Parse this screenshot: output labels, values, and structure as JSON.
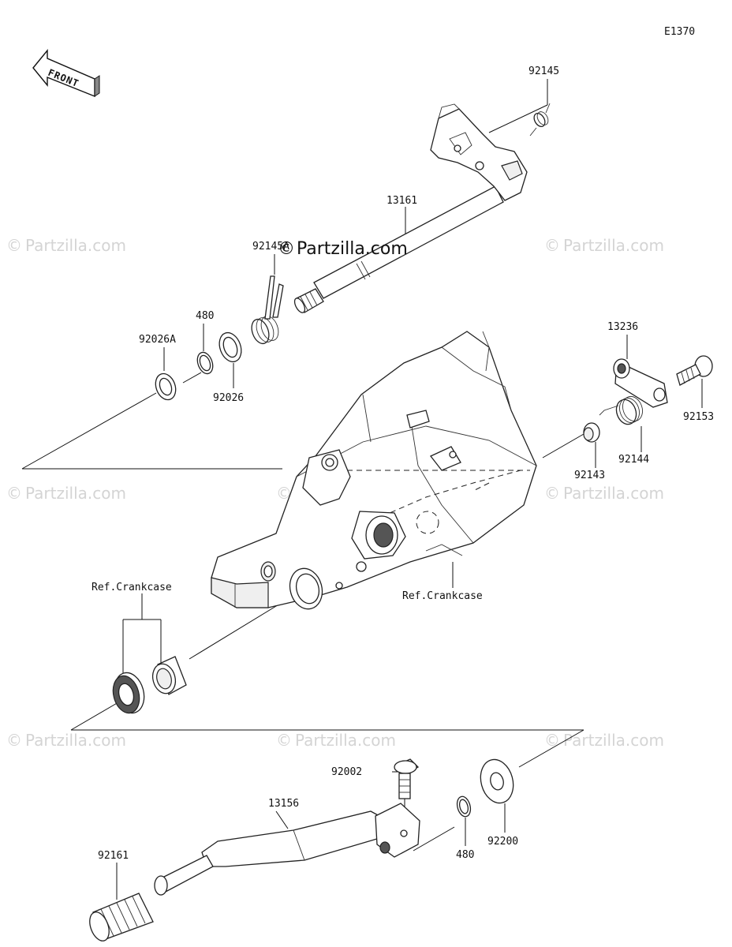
{
  "diagram_code": "E1370",
  "front_arrow_label": "FRONT",
  "watermark_center": "Partzilla.com",
  "watermark_repeat": "Partzilla.com",
  "copyright_symbol": "©",
  "parts": {
    "p92145": "92145",
    "p13161": "13161",
    "p92145A": "92145A",
    "p480_top": "480",
    "p92026A": "92026A",
    "p92026": "92026",
    "p13236": "13236",
    "p92153": "92153",
    "p92144": "92144",
    "p92143": "92143",
    "ref_crankcase_left": "Ref.Crankcase",
    "ref_crankcase_right": "Ref.Crankcase",
    "p92002": "92002",
    "p13156": "13156",
    "p92161": "92161",
    "p480_bottom": "480",
    "p92200": "92200"
  }
}
